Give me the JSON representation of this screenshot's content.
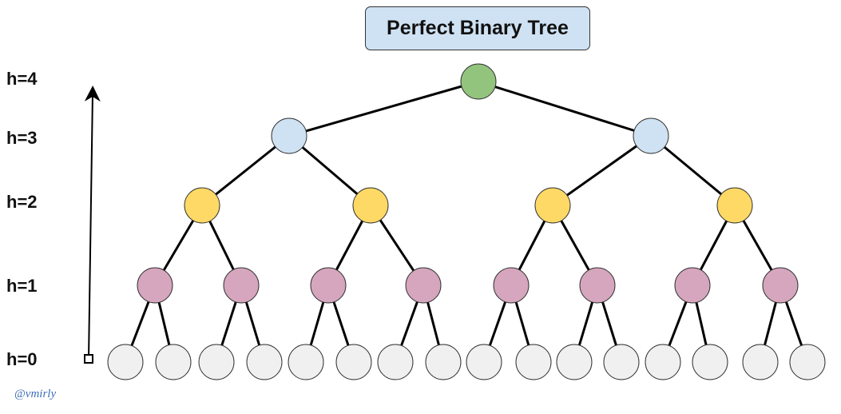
{
  "title": "Perfect Binary Tree",
  "height_labels": [
    "h=4",
    "h=3",
    "h=2",
    "h=1",
    "h=0"
  ],
  "watermark": "@vmirly",
  "tree": {
    "levels": 5,
    "level_colors": [
      "#f0f0f0",
      "#d5a6bd",
      "#ffd966",
      "#cfe2f3",
      "#93c47d"
    ],
    "edge_color": "#000000"
  }
}
